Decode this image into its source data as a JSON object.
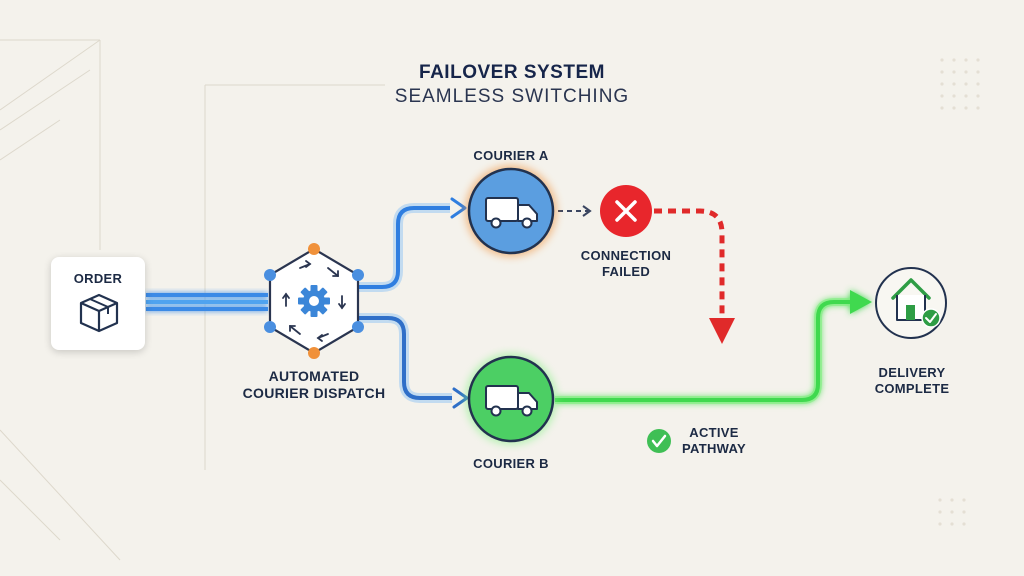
{
  "header": {
    "title": "FAILOVER SYSTEM",
    "subtitle": "SEAMLESS SWITCHING"
  },
  "nodes": {
    "order": {
      "label": "ORDER",
      "icon": "package-box-icon"
    },
    "dispatch": {
      "label": "AUTOMATED COURIER DISPATCH",
      "icon": "gear-hub-icon"
    },
    "courier_a": {
      "label": "COURIER A",
      "icon": "delivery-truck-icon",
      "color": "#5b9ee0"
    },
    "courier_b": {
      "label": "COURIER B",
      "icon": "delivery-truck-icon",
      "color": "#4ccf64"
    },
    "failure": {
      "label": "CONNECTION FAILED",
      "icon": "x-circle-icon",
      "color": "#e8262c"
    },
    "delivery": {
      "label": "DELIVERY COMPLETE",
      "icon": "house-check-icon"
    }
  },
  "status": {
    "active_label": "ACTIVE PATHWAY",
    "icon": "check-circle-icon",
    "color": "#3fbf55"
  },
  "colors": {
    "primary_blue": "#2f7ee0",
    "active_green": "#3fd94f",
    "fail_red": "#e02a2a",
    "accent_orange": "#f0913a",
    "dark_navy": "#16254a"
  }
}
